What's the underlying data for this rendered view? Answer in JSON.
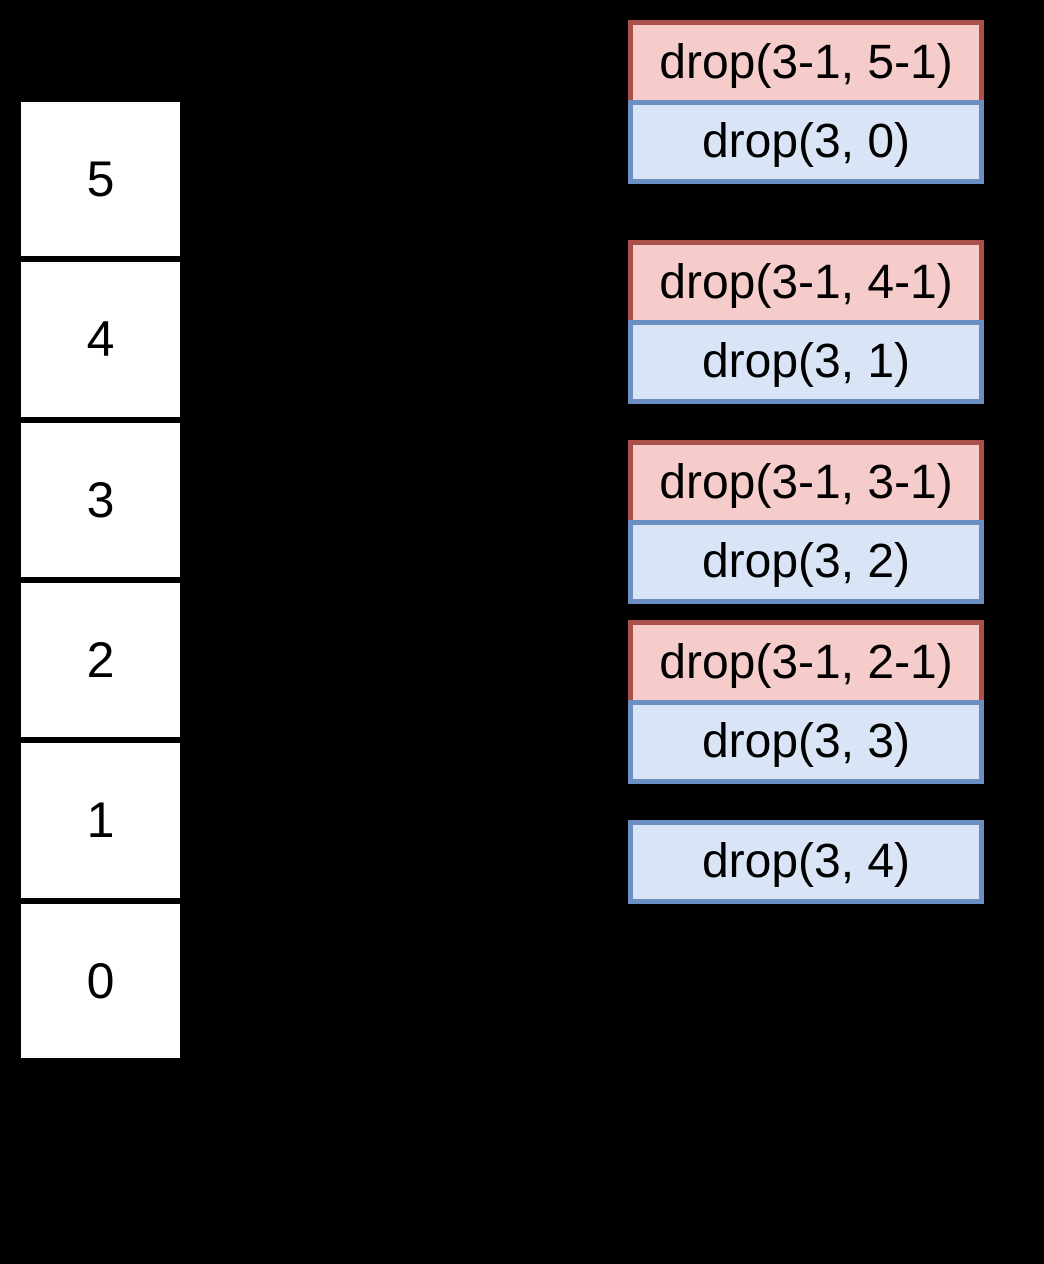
{
  "colors": {
    "background": "#000000",
    "index_cell_fill": "#ffffff",
    "index_cell_border": "#000000",
    "recursive_fill": "#f5ccca",
    "recursive_border": "#ab4f4b",
    "call_fill": "#d9e5f6",
    "call_border": "#6b8fc2",
    "text": "#000000"
  },
  "index_column": {
    "cells": [
      "5",
      "4",
      "3",
      "2",
      "1",
      "0"
    ]
  },
  "call_groups": [
    {
      "recursive": "drop(3-1, 5-1)",
      "call": "drop(3, 0)"
    },
    {
      "recursive": "drop(3-1, 4-1)",
      "call": "drop(3, 1)"
    },
    {
      "recursive": "drop(3-1, 3-1)",
      "call": "drop(3, 2)"
    },
    {
      "recursive": "drop(3-1, 2-1)",
      "call": "drop(3, 3)"
    },
    {
      "call": "drop(3, 4)"
    }
  ]
}
